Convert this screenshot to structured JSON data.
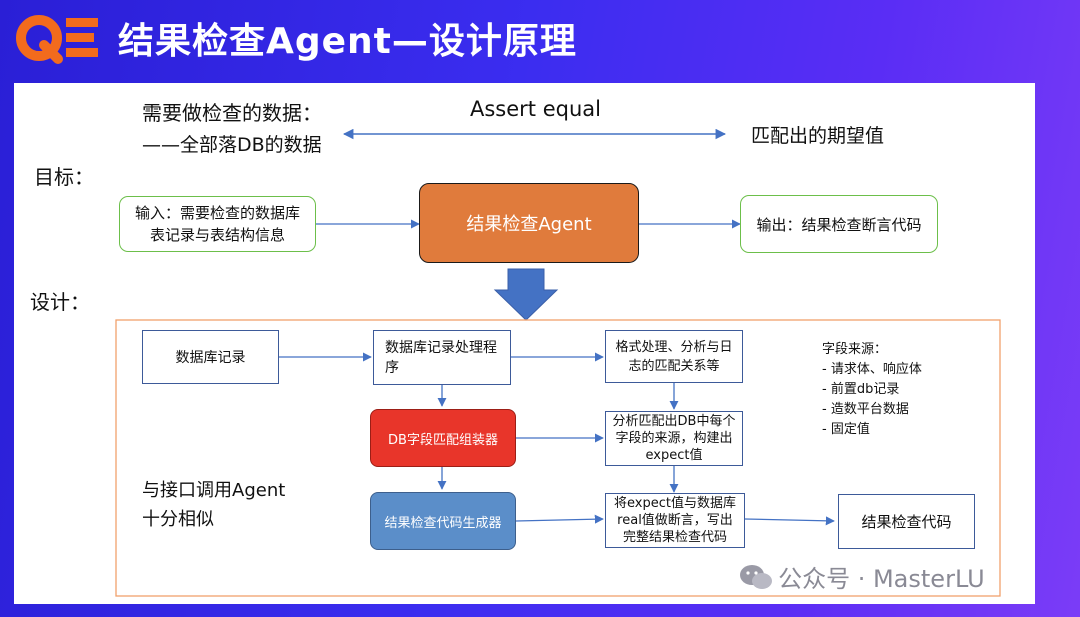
{
  "header": {
    "logo_text": "QE",
    "title": "结果检查Agent—设计原理"
  },
  "top": {
    "data_check_label": "需要做检查的数据：",
    "data_check_sub": "——全部落DB的数据",
    "assert_label": "Assert equal",
    "expected_label": "匹配出的期望值"
  },
  "goal": {
    "label": "目标：",
    "input_line1": "输入：需要检查的数据库",
    "input_line2": "表记录与表结构信息",
    "agent_label": "结果检查Agent",
    "output_label": "输出：结果检查断言代码"
  },
  "design": {
    "label": "设计：",
    "db_record": "数据库记录",
    "processor_line1": "数据库记录处理程",
    "processor_line2": "序",
    "format_line1": "格式处理、分析与日",
    "format_line2": "志的匹配关系等",
    "assembler": "DB字段匹配组装器",
    "analyze_line1": "分析匹配出DB中每个",
    "analyze_line2": "字段的来源，构建出",
    "analyze_line3": "expect值",
    "generator": "结果检查代码生成器",
    "assert_line1": "将expect值与数据库",
    "assert_line2": "real值做断言，写出",
    "assert_line3": "完整结果检查代码",
    "result_code": "结果检查代码",
    "similar_line1": "与接口调用Agent",
    "similar_line2": "十分相似",
    "sources_title": "字段来源：",
    "sources": [
      "- 请求体、响应体",
      "- 前置db记录",
      "- 造数平台数据",
      "- 固定值"
    ]
  },
  "watermark": {
    "text": "公众号 · MasterLU"
  },
  "colors": {
    "background": "#3b2df0",
    "logo_orange": "#f26b1d",
    "agent_orange": "#e07b3c",
    "assembler_red": "#e8352a",
    "generator_blue": "#5b8ec9",
    "green_border": "#6cbf4a",
    "design_frame": "#f0a16c",
    "arrow_blue": "#4472c4"
  }
}
